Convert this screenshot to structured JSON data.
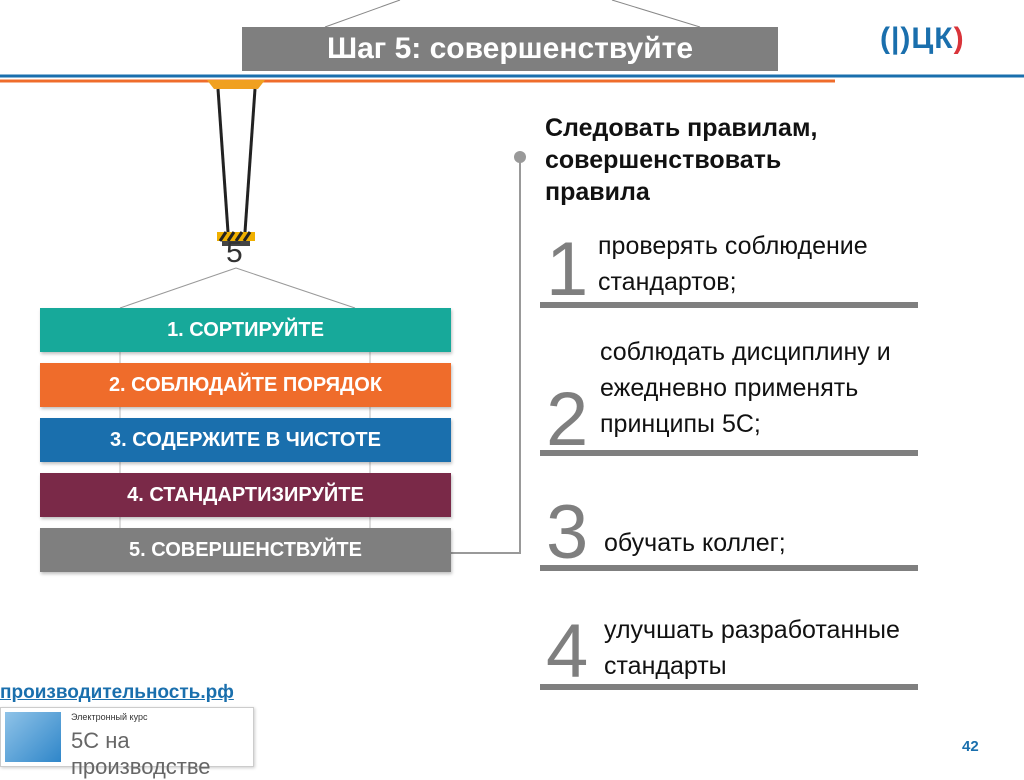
{
  "title": "Шаг 5: совершенствуйте",
  "logo": {
    "left": "(",
    "main": "|)ЦК",
    "right": ")"
  },
  "hook_label": "5",
  "steps": [
    {
      "label": "1. СОРТИРУЙТЕ",
      "color": "#17a99a"
    },
    {
      "label": "2. СОБЛЮДАЙТЕ ПОРЯДОК",
      "color": "#ef6c2b"
    },
    {
      "label": "3. СОДЕРЖИТЕ В ЧИСТОТЕ",
      "color": "#1a6fad"
    },
    {
      "label": "4. СТАНДАРТИЗИРУЙТЕ",
      "color": "#7a2948"
    },
    {
      "label": "5. СОВЕРШЕНСТВУЙТЕ",
      "color": "#7f7f7f"
    }
  ],
  "heading": "Следовать правилам, совершенствовать правила",
  "items": [
    {
      "num": "1",
      "text": "проверять соблюдение стандартов;"
    },
    {
      "num": "2",
      "text": "соблюдать дисциплину и ежедневно применять принципы 5С;"
    },
    {
      "num": "3",
      "text": "обучать коллег;"
    },
    {
      "num": "4",
      "text": "улучшать разработанные стандарты"
    }
  ],
  "footer": {
    "link": "производительность.рф",
    "course_label": "Электронный курс",
    "course_title": "5С на производстве",
    "page_number": "42"
  }
}
